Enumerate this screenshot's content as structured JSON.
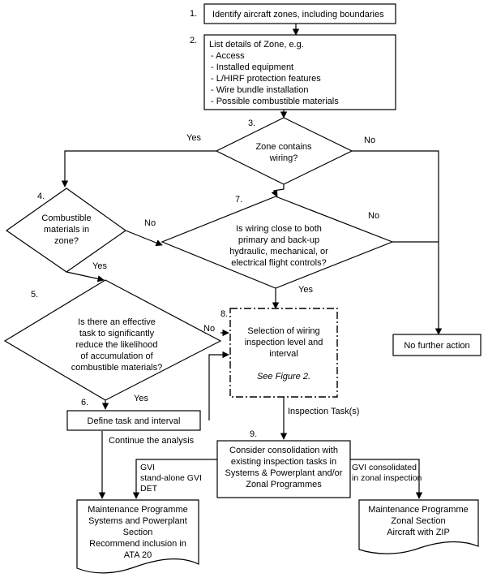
{
  "steps": {
    "s1": {
      "num": "1.",
      "text": "Identify aircraft zones, including boundaries"
    },
    "s2": {
      "num": "2.",
      "title": "List details of Zone, e.g.",
      "items": [
        "-  Access",
        "-  Installed equipment",
        "-  L/HIRF protection features",
        "-  Wire bundle installation",
        "-  Possible combustible materials"
      ]
    },
    "s3": {
      "num": "3.",
      "lines": [
        "Zone contains",
        "wiring?"
      ]
    },
    "s4": {
      "num": "4.",
      "lines": [
        "Combustible",
        "materials in",
        "zone?"
      ]
    },
    "s5": {
      "num": "5.",
      "lines": [
        "Is there an effective",
        "task to significantly",
        "reduce the likelihood",
        "of accumulation of",
        "combustible materials?"
      ]
    },
    "s6": {
      "num": "6.",
      "text": "Define task and interval"
    },
    "s7": {
      "num": "7.",
      "lines": [
        "Is wiring close to both",
        "primary and back-up",
        "hydraulic, mechanical, or",
        "electrical flight controls?"
      ]
    },
    "s8": {
      "num": "8.",
      "lines": [
        "Selection of wiring",
        "inspection level and",
        "interval"
      ],
      "ref": "See Figure 2."
    },
    "s9": {
      "num": "9.",
      "lines": [
        "Consider consolidation with",
        "existing inspection tasks in",
        "Systems & Powerplant and/or",
        "Zonal Programmes"
      ]
    },
    "no_action": "No further action"
  },
  "outputs": {
    "left": [
      "Maintenance Programme",
      "Systems and Powerplant",
      "Section",
      "Recommend inclusion in",
      "ATA 20"
    ],
    "right": [
      "Maintenance Programme",
      "Zonal Section",
      "Aircraft with ZIP"
    ]
  },
  "edge_labels": {
    "yes_3": "Yes",
    "no_3": "No",
    "no_4": "No",
    "yes_4": "Yes",
    "no_7": "No",
    "yes_7": "Yes",
    "no_5": "No",
    "yes_5": "Yes",
    "continue": "Continue the analysis",
    "inspection": "Inspection Task(s)",
    "gvi_left": [
      "GVI",
      "stand-alone GVI",
      "DET"
    ],
    "gvi_right": [
      "GVI consolidated",
      "in zonal inspection"
    ]
  }
}
